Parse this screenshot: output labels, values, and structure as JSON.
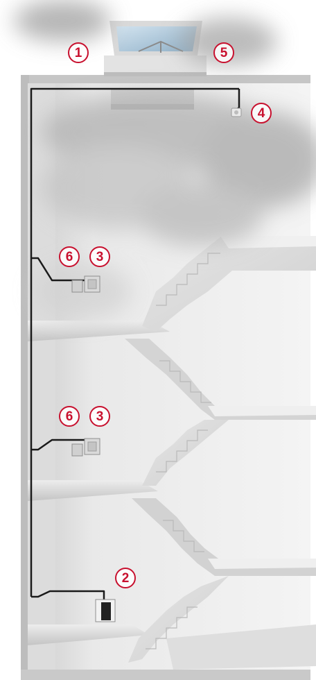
{
  "markers": {
    "m1": "1",
    "m2": "2",
    "m3_upper": "3",
    "m3_middle": "3",
    "m4": "4",
    "m5": "5",
    "m6_upper": "6",
    "m6_middle": "6"
  },
  "colors": {
    "marker": "#c8102e",
    "wall": "#d6d6d6",
    "cable": "#1a1a1a",
    "smoke": "#9a9a9a",
    "skylight_glass": "#a9c7dc"
  },
  "icons": [
    "smoke-vent-skylight-icon",
    "smoke-detector-icon",
    "control-panel-icon",
    "vent-button-icon"
  ]
}
